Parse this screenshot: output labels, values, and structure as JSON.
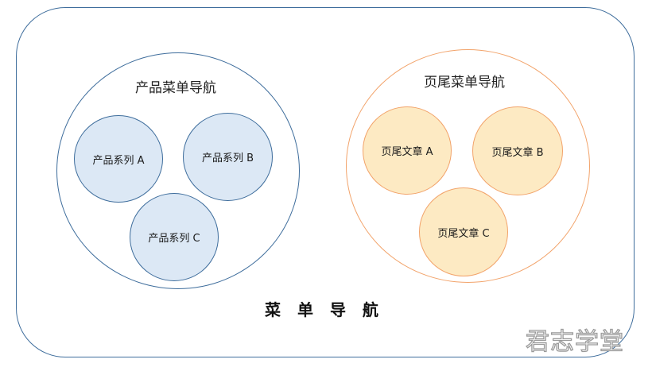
{
  "diagram": {
    "main_label": "菜 单 导 航",
    "groups": [
      {
        "title": "产品菜单导航",
        "nodes": [
          "产品系列 A",
          "产品系列 B",
          "产品系列 C"
        ]
      },
      {
        "title": "页尾菜单导航",
        "nodes": [
          "页尾文章 A",
          "页尾文章 B",
          "页尾文章 C"
        ]
      }
    ]
  },
  "watermark": {
    "text": "君志学堂"
  },
  "colors": {
    "outer_border": "#3e6d9c",
    "product_node_fill": "#dce8f5",
    "product_border": "#3e6d9c",
    "footer_node_fill": "#fdeac3",
    "footer_border": "#f2a36a"
  }
}
